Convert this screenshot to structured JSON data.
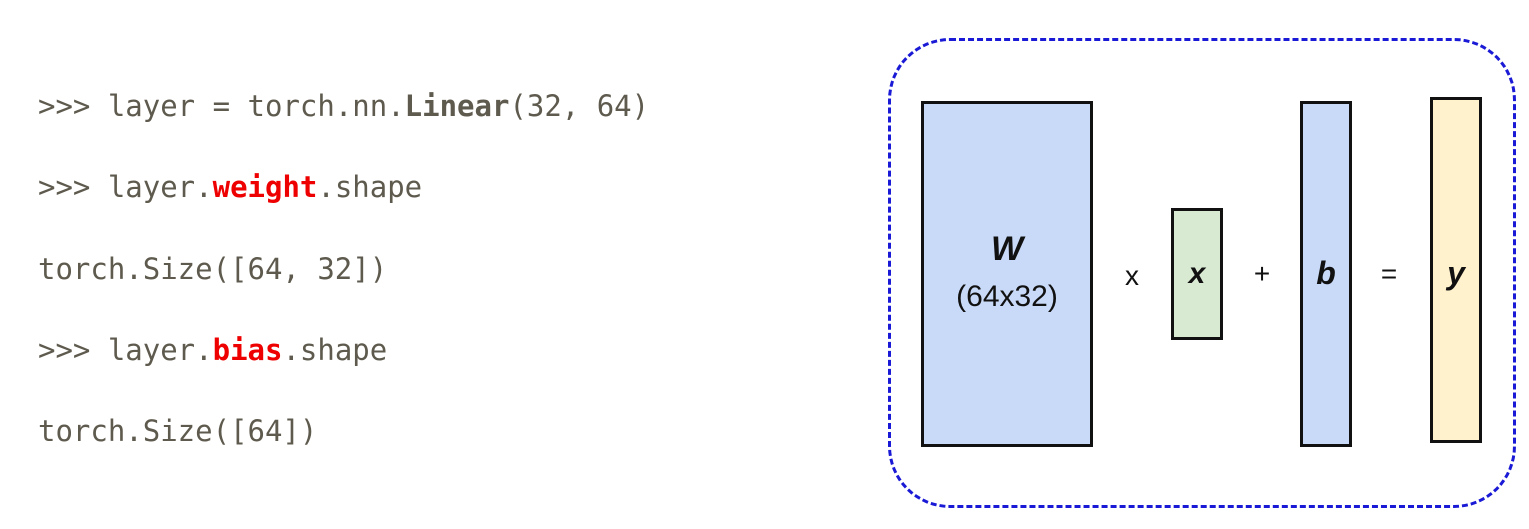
{
  "code": {
    "line1": {
      "prompt": ">>> ",
      "pre": "layer = torch.nn.",
      "kw": "Linear",
      "post": "(32, 64)"
    },
    "line2": {
      "prompt": ">>> ",
      "pre": "layer.",
      "kw": "weight",
      "post": ".shape"
    },
    "line3": {
      "text": "torch.Size([64, 32])"
    },
    "line4": {
      "prompt": ">>> ",
      "pre": "layer.",
      "kw": "bias",
      "post": ".shape"
    },
    "line5": {
      "text": "torch.Size([64])"
    }
  },
  "diagram": {
    "weight": {
      "symbol": "W",
      "shape": "(64x32)",
      "fill": "#c9daf8"
    },
    "input": {
      "symbol": "x",
      "fill": "#d9ead3"
    },
    "bias": {
      "symbol": "b",
      "fill": "#c9daf8"
    },
    "output": {
      "symbol": "y",
      "fill": "#fff2cc"
    },
    "ops": {
      "multiply": "x",
      "plus": "+",
      "equals": "="
    },
    "frame_color": "#1a1ad6",
    "highlight_color": "#ee0000"
  }
}
